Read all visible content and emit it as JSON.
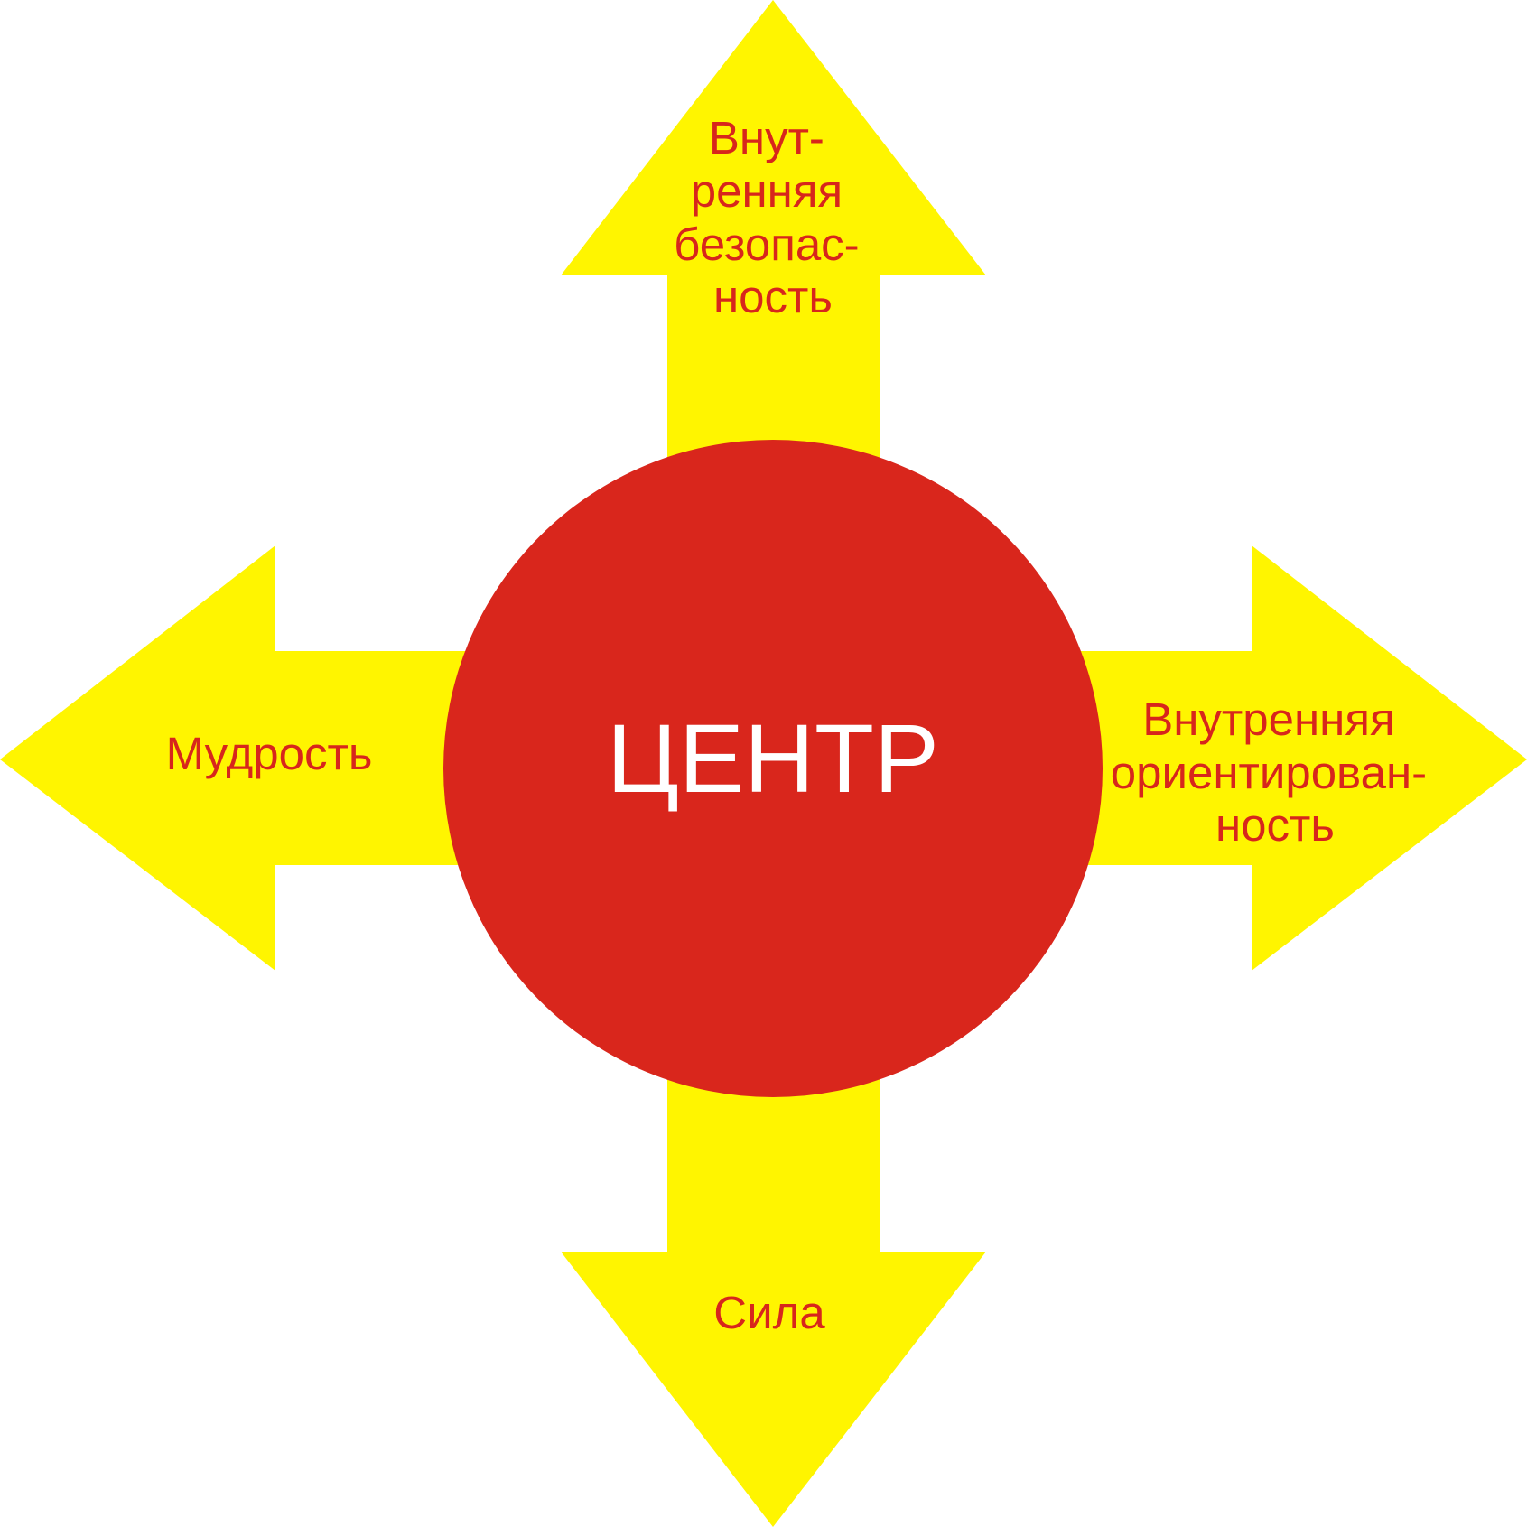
{
  "colors": {
    "arrow_fill": "#FFF500",
    "circle_fill": "#D9261C",
    "arrow_text": "#D7261C",
    "center_text": "#FFFFFF",
    "background": "#FFFFFF"
  },
  "center": {
    "label": "ЦЕНТР"
  },
  "arrows": {
    "up": {
      "lines": [
        "Внут-",
        "ренняя",
        "безопас-",
        "ность"
      ]
    },
    "right": {
      "lines": [
        "Внутренняя",
        "ориентирован-",
        "ность"
      ]
    },
    "down": {
      "lines": [
        "Сила"
      ]
    },
    "left": {
      "lines": [
        "Мудрость"
      ]
    }
  }
}
